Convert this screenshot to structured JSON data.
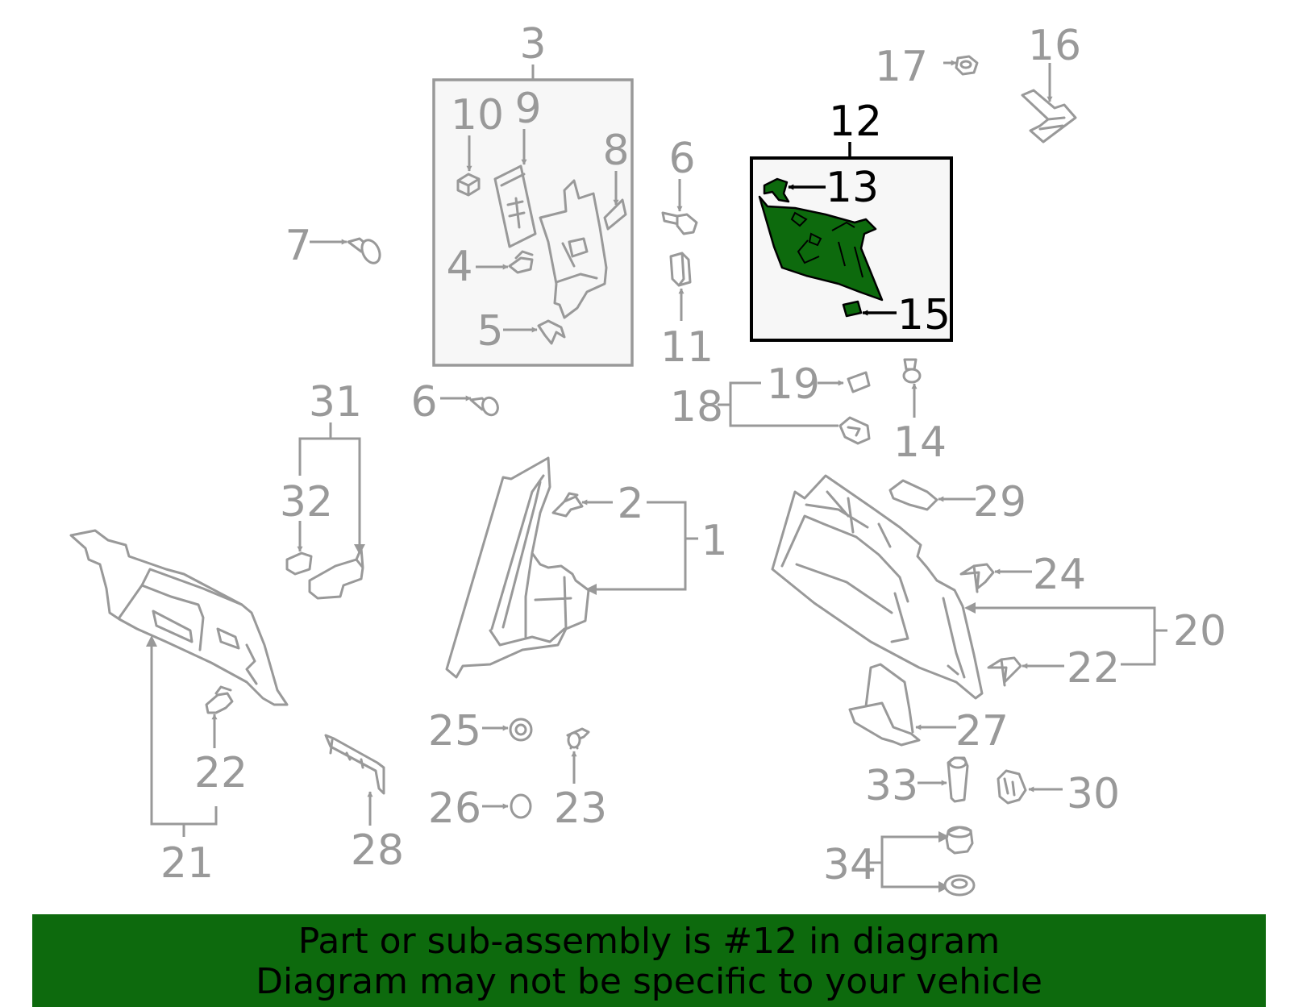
{
  "highlight_color": "#0d6a0d",
  "labels": {
    "p1": "1",
    "p2": "2",
    "p3": "3",
    "p4": "4",
    "p5": "5",
    "p6a": "6",
    "p6b": "6",
    "p7": "7",
    "p8": "8",
    "p9": "9",
    "p10": "10",
    "p11": "11",
    "p12": "12",
    "p13": "13",
    "p14": "14",
    "p15": "15",
    "p16": "16",
    "p17": "17",
    "p18": "18",
    "p19": "19",
    "p20": "20",
    "p21": "21",
    "p22a": "22",
    "p22b": "22",
    "p23": "23",
    "p24": "24",
    "p25": "25",
    "p26": "26",
    "p27": "27",
    "p28": "28",
    "p29": "29",
    "p30": "30",
    "p31": "31",
    "p32": "32",
    "p33": "33",
    "p34": "34"
  },
  "banner": {
    "line1": "Part or sub-assembly is #12 in diagram",
    "line2": "Diagram may not be specific to your vehicle"
  }
}
